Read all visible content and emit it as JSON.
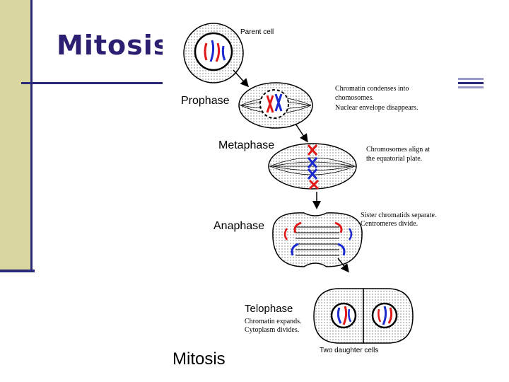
{
  "slide": {
    "title": "Mitosis"
  },
  "diagram": {
    "parent_cell_label": "Parent cell",
    "stages": [
      {
        "name": "Prophase",
        "notes": [
          "Chromatin condenses into",
          "chomosomes.",
          "Nuclear envelope disappears."
        ]
      },
      {
        "name": "Metaphase",
        "notes": [
          "Chromosomes align at",
          "the equatorial plate."
        ]
      },
      {
        "name": "Anaphase",
        "notes": [
          "Sister chromatids separate.",
          "Centromeres divide."
        ]
      },
      {
        "name": "Telophase",
        "notes": [
          "Chromatin expands.",
          "Cytoplasm divides."
        ]
      }
    ],
    "daughter_label": "Two daughter cells",
    "figure_title": "Mitosis"
  },
  "colors": {
    "accent_dark": "#2a2a78",
    "sidebar": "#d9d6a0",
    "title": "#2c1f72",
    "chromosome_red": "#e01818",
    "chromosome_blue": "#1a2ad0"
  }
}
